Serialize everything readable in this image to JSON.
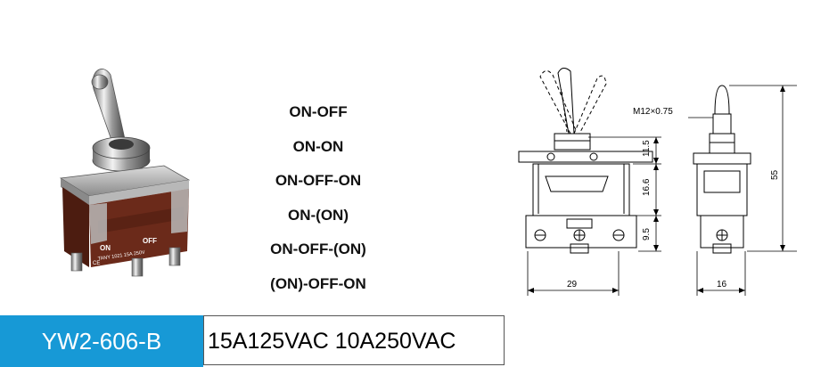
{
  "photo": {
    "label_on": "ON",
    "label_off": "OFF",
    "label_markings": "TANY  1021  15A  250V",
    "label_ce": "CE"
  },
  "functions": [
    "ON-OFF",
    "ON-ON",
    "ON-OFF-ON",
    "ON-(ON)",
    "ON-OFF-(ON)",
    "(ON)-OFF-ON"
  ],
  "drawing": {
    "thread_label": "M12×0.75",
    "dim_upper": "11.5",
    "dim_middle": "16.6",
    "dim_lower": "9.5",
    "dim_width_front": "29",
    "dim_width_side": "16",
    "dim_total_height": "55"
  },
  "spec": {
    "model": "YW2-606-B",
    "rating": "15A125VAC 10A250VAC"
  },
  "colors": {
    "model_bg": "#1799d6",
    "model_text": "#ffffff",
    "body_brown": "#6b2a1a"
  }
}
